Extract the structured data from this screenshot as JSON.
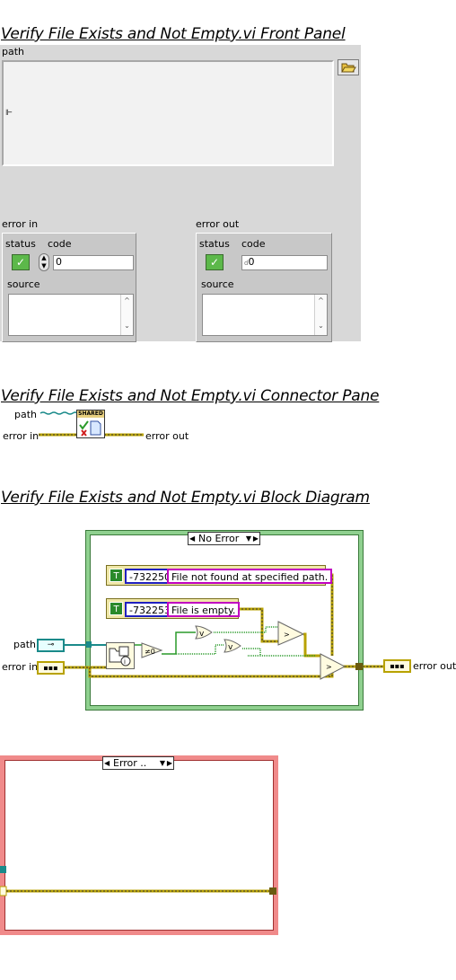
{
  "front_panel": {
    "title": "Verify File Exists and Not Empty.vi Front Panel",
    "path_label": "path",
    "browse_icon": "folder-open-icon",
    "error_in": {
      "label": "error in",
      "status_label": "status",
      "code_label": "code",
      "code_value": "0",
      "source_label": "source"
    },
    "error_out": {
      "label": "error out",
      "status_label": "status",
      "code_label": "code",
      "code_value": "0",
      "source_label": "source"
    }
  },
  "connector_pane": {
    "title": "Verify File Exists and Not Empty.vi Connector Pane",
    "path_label": "path",
    "error_in_label": "error in",
    "error_out_label": "error out",
    "shared_badge": "SHARED"
  },
  "block_diagram": {
    "title": "Verify File Exists and Not Empty.vi Block Diagram",
    "case_no_error": "No Error",
    "case_error": "Error ..",
    "const1_code": "-732250",
    "const1_msg": "File not found at specified path.",
    "const2_code": "-732253",
    "const2_msg": "File is empty.",
    "path_label": "path",
    "error_in_label": "error in",
    "error_out_label": "error out",
    "t_badge": "T",
    "colors": {
      "no_error_frame": "#8fd08f",
      "error_frame": "#f08a8a",
      "error_wire": "#b8a200",
      "path_wire": "#1a8a8a",
      "code_border": "#2020c0",
      "msg_border": "#c000c0"
    }
  }
}
